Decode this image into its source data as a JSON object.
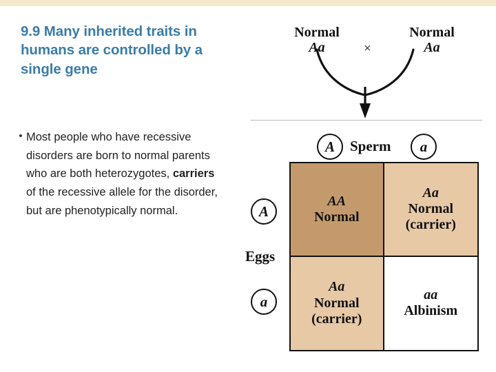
{
  "slide": {
    "title": "9.9 Many inherited traits in humans are controlled by a single gene",
    "bullet_marker": "•",
    "bullet_text_part1": "Most people who have recessive disorders are born to normal parents who are both heterozygotes, ",
    "bullet_bold": "carriers",
    "bullet_text_part2": " of the recessive allele for the disorder, but are phenotypically normal.",
    "title_color": "#3a7ca8",
    "accent_bar_color": "#f3e9c9"
  },
  "figure": {
    "parents": [
      {
        "name": "Normal",
        "genotype": "Aa"
      },
      {
        "name": "Normal",
        "genotype": "Aa"
      }
    ],
    "cross_symbol": "×",
    "sperm_label": "Sperm",
    "eggs_label": "Eggs",
    "sperm_alleles": [
      "A",
      "a"
    ],
    "egg_alleles": [
      "A",
      "a"
    ],
    "punnett": [
      {
        "genotype": "AA",
        "phenotype": "Normal",
        "note": "",
        "color": "#c49a6c"
      },
      {
        "genotype": "Aa",
        "phenotype": "Normal",
        "note": "(carrier)",
        "color": "#e8c9a6"
      },
      {
        "genotype": "Aa",
        "phenotype": "Normal",
        "note": "(carrier)",
        "color": "#e8c9a6"
      },
      {
        "genotype": "aa",
        "phenotype": "Albinism",
        "note": "",
        "color": "#ffffff"
      }
    ]
  }
}
